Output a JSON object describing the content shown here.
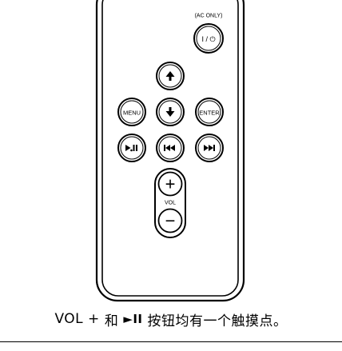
{
  "remote": {
    "ac_only_label": "(AC ONLY)",
    "power_label": "I / ⏻",
    "up_icon": "arrow-up-icon",
    "down_icon": "arrow-down-icon",
    "menu_label": "MENU",
    "enter_label": "ENTER",
    "play_pause_icon": "play-pause-icon",
    "previous_icon": "previous-track-icon",
    "next_icon": "next-track-icon",
    "vol_plus_label": "+",
    "vol_label": "VOL",
    "vol_minus_label": "−"
  },
  "caption": {
    "vol_plus": "VOL +",
    "and": "和",
    "play_symbol": "►II",
    "rest": "按钮均有一个触摸点。"
  }
}
